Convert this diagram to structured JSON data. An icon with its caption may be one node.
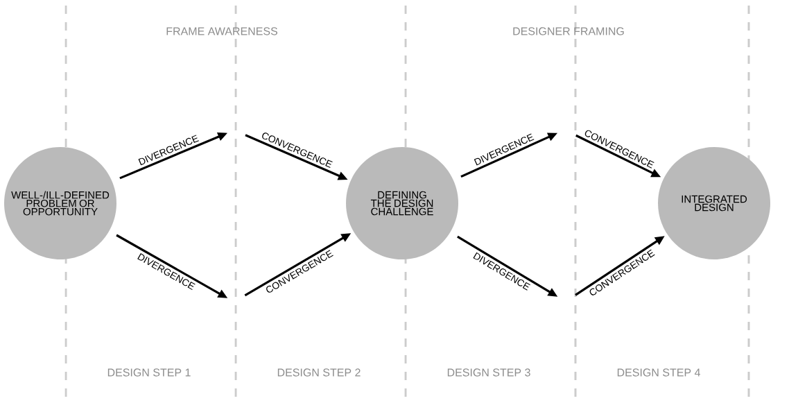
{
  "diagram": {
    "nodes": [
      {
        "text": [
          "WELL-/ILL-DEFINED PROBLEM OR OPPORTUNITY"
        ]
      },
      {
        "text": [
          "DEFINING THE DESIGN CHALLENGE"
        ]
      },
      {
        "text": [
          "INTEGRATED DESIGN"
        ]
      }
    ],
    "edges": [
      {
        "from": 0,
        "to": null,
        "arrow": "to",
        "label": "DIVERGENCE"
      },
      {
        "from": 0,
        "to": null,
        "arrow": "to",
        "label": "DIVERGENCE"
      },
      {
        "from": null,
        "to": 1,
        "arrow": "to",
        "label": "CONVERGENCE"
      },
      {
        "from": null,
        "to": 1,
        "arrow": "to",
        "label": "CONVERGENCE"
      },
      {
        "from": 1,
        "to": null,
        "arrow": "to",
        "label": "DIVERGENCE"
      },
      {
        "from": 1,
        "to": null,
        "arrow": "to",
        "label": "DIVERGENCE"
      },
      {
        "from": null,
        "to": 2,
        "arrow": "to",
        "label": "CONVERGENCE"
      },
      {
        "from": null,
        "to": 2,
        "arrow": "to",
        "label": "CONVERGENCE"
      }
    ],
    "labels": [
      "FRAME AWARENESS",
      "DESIGNER FRAMING",
      "DESIGN STEP 1",
      "DESIGN STEP 2",
      "DESIGN STEP 3",
      "DESIGN STEP 4"
    ]
  }
}
